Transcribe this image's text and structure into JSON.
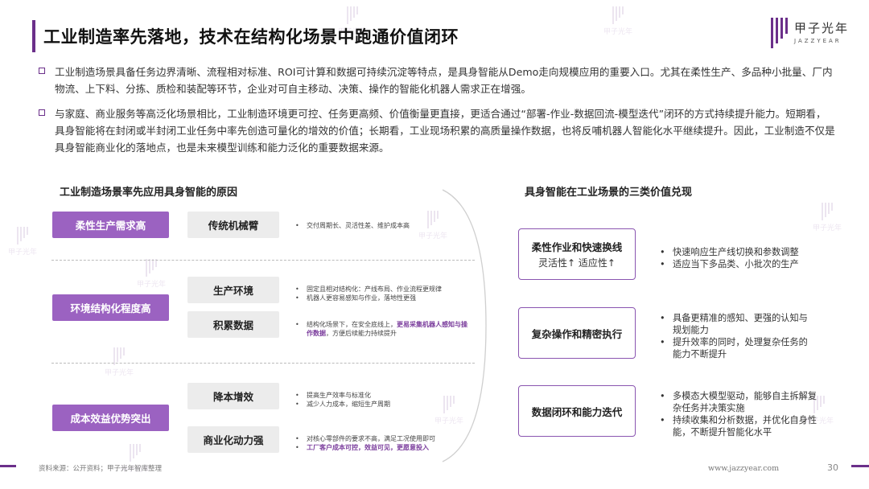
{
  "title": "工业制造率先落地，技术在结构化场景中跑通价值闭环",
  "logo": {
    "cn": "甲子光年",
    "en": "JAZZYEAR"
  },
  "watermark": "甲子光年",
  "bullets": [
    "工业制造场景具备任务边界清晰、流程相对标准、ROI可计算和数据可持续沉淀等特点，是具身智能从Demo走向规模应用的重要入口。尤其在柔性生产、多品种小批量、厂内物流、上下料、分拣、质检和装配等环节，企业对可自主移动、决策、操作的智能化机器人需求正在增强。",
    "与家庭、商业服务等高泛化场景相比，工业制造环境更可控、任务更高频、价值衡量更直接，更适合通过“部署-作业-数据回流-模型迭代”闭环的方式持续提升能力。短期看，具身智能将在封闭或半封闭工业任务中率先创造可量化的增效的价值；长期看，工业现场积累的高质量操作数据，也将反哺机器人智能化水平继续提升。因此，工业制造不仅是具身智能商业化的落地点，也是未来模型训练和能力泛化的重要数据来源。"
  ],
  "left": {
    "title": "工业制造场景率先应用具身智能的原因",
    "groups": [
      {
        "label": "柔性生产需求高",
        "items": [
          {
            "name": "传统机械臂",
            "notes": [
              "交付周期长、灵活性差、维护成本高"
            ]
          }
        ]
      },
      {
        "label": "环境结构化程度高",
        "items": [
          {
            "name": "生产环境",
            "notes": [
              "固定且相对结构化：产线布局、作业流程更规律",
              "机器人更容易感知与作业，落地性更强"
            ]
          },
          {
            "name": "积累数据",
            "notes": [
              {
                "pre": "结构化场景下，在安全底线上，",
                "hl": "更易采集机器人感知与操作数据",
                "post": "，方便后续能力持续提升"
              }
            ]
          }
        ]
      },
      {
        "label": "成本效益优势突出",
        "items": [
          {
            "name": "降本增效",
            "notes": [
              "提高生产效率与标准化",
              "减少人力成本，缩短生产周期"
            ]
          },
          {
            "name": "商业化动力强",
            "notes": [
              "对核心零部件的要求不高，满足工况使用即可",
              {
                "pre": "",
                "hl": "工厂客户成本可控，效益可见，更愿意投入",
                "post": ""
              }
            ]
          }
        ]
      }
    ]
  },
  "right": {
    "title": "具身智能在工业场景的三类价值兑现",
    "items": [
      {
        "name": "柔性作业和快速换线",
        "sub": "灵活性↑  适应性↑",
        "notes": [
          "快速响应生产线切换和参数调整",
          "适应当下多品类、小批次的生产"
        ]
      },
      {
        "name": "复杂操作和精密执行",
        "sub": "",
        "notes": [
          "具备更精准的感知、更强的认知与规划能力",
          "提升效率的同时，处理复杂任务的能力不断提升"
        ]
      },
      {
        "name": "数据闭环和能力迭代",
        "sub": "",
        "notes": [
          "多模态大模型驱动，能够自主拆解复杂任务并决策实施",
          "持续收集和分析数据，并优化自身性能，不断提升智能化水平"
        ]
      }
    ]
  },
  "footer": {
    "source": "资料来源：公开资料；甲子光年智库整理",
    "url": "www.jazzyear.com",
    "page": "30"
  },
  "colors": {
    "accent": "#6b2f8a",
    "pill": "#9b62c1",
    "box": "#ececec"
  }
}
